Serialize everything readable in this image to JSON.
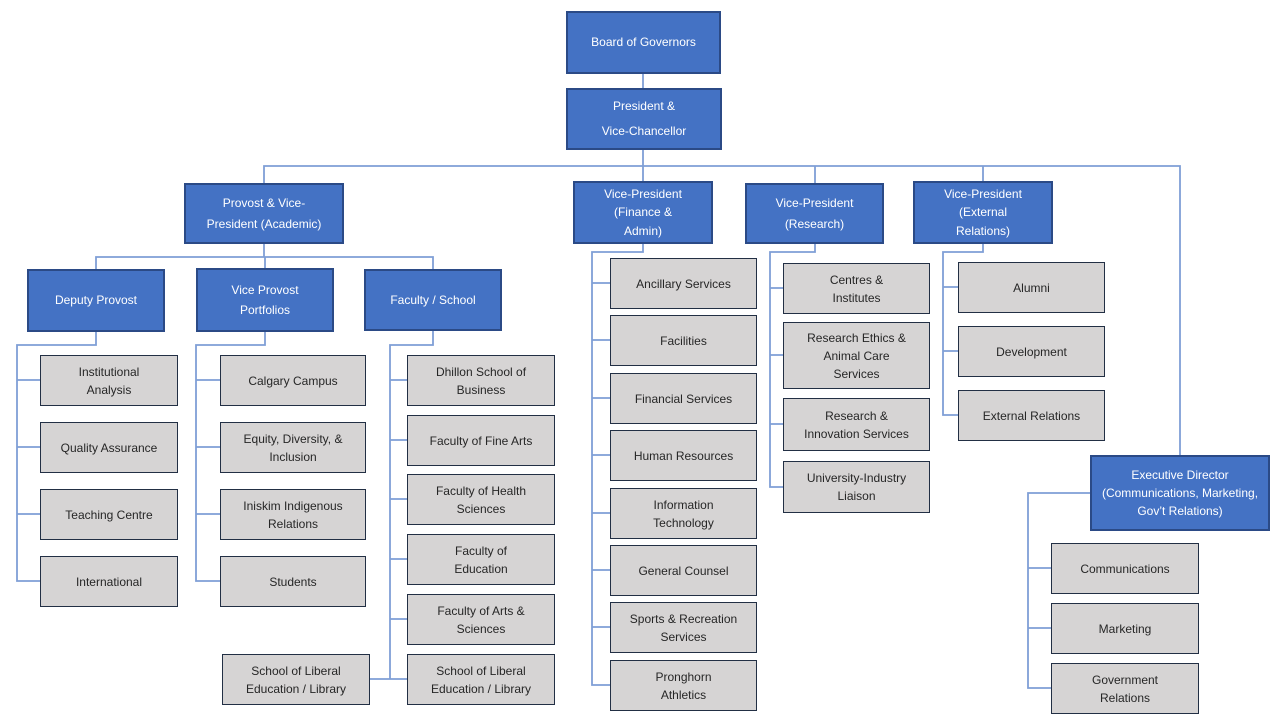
{
  "title": "University organizational chart",
  "colors": {
    "node_blue": "#4472C4",
    "node_blue_border": "#2B4A86",
    "node_grey": "#D6D4D4",
    "node_grey_border": "#222F44",
    "connector": "#7F9FD6"
  },
  "nodes": {
    "board": "Board of Governors",
    "president": "President & Vice-Chancellor",
    "provost": "Provost & Vice-President (Academic)",
    "deputy_provost": "Deputy Provost",
    "vice_provost": "Vice Provost Portfolios",
    "faculty_school": "Faculty / School",
    "vp_finance": "Vice-President (Finance & Admin)",
    "vp_research": "Vice-President (Research)",
    "vp_external": "Vice-President (External Relations)",
    "exec_director": "Executive Director (Communications, Marketing, Gov’t Relations)",
    "deputy_children": [
      "Institutional Analysis",
      "Quality Assurance",
      "Teaching Centre",
      "International"
    ],
    "vice_provost_children": [
      "Calgary Campus",
      "Equity, Diversity, & Inclusion",
      "Iniskim Indigenous Relations",
      "Students"
    ],
    "faculty_children": [
      "Dhillon School of Business",
      "Faculty of Fine Arts",
      "Faculty of Health Sciences",
      "Faculty of Education",
      "Faculty of Arts & Sciences",
      "School of Liberal Education / Library"
    ],
    "faculty_overflow": "School of Liberal Education / Library",
    "finance_children": [
      "Ancillary Services",
      "Facilities",
      "Financial Services",
      "Human Resources",
      "Information Technology",
      "General Counsel",
      "Sports & Recreation Services",
      "Pronghorn Athletics"
    ],
    "research_children": [
      "Centres & Institutes",
      "Research Ethics & Animal Care Services",
      "Research & Innovation Services",
      "University-Industry Liaison"
    ],
    "external_children": [
      "Alumni",
      "Development",
      "External Relations"
    ],
    "exec_children": [
      "Communications",
      "Marketing",
      "Government Relations"
    ]
  }
}
